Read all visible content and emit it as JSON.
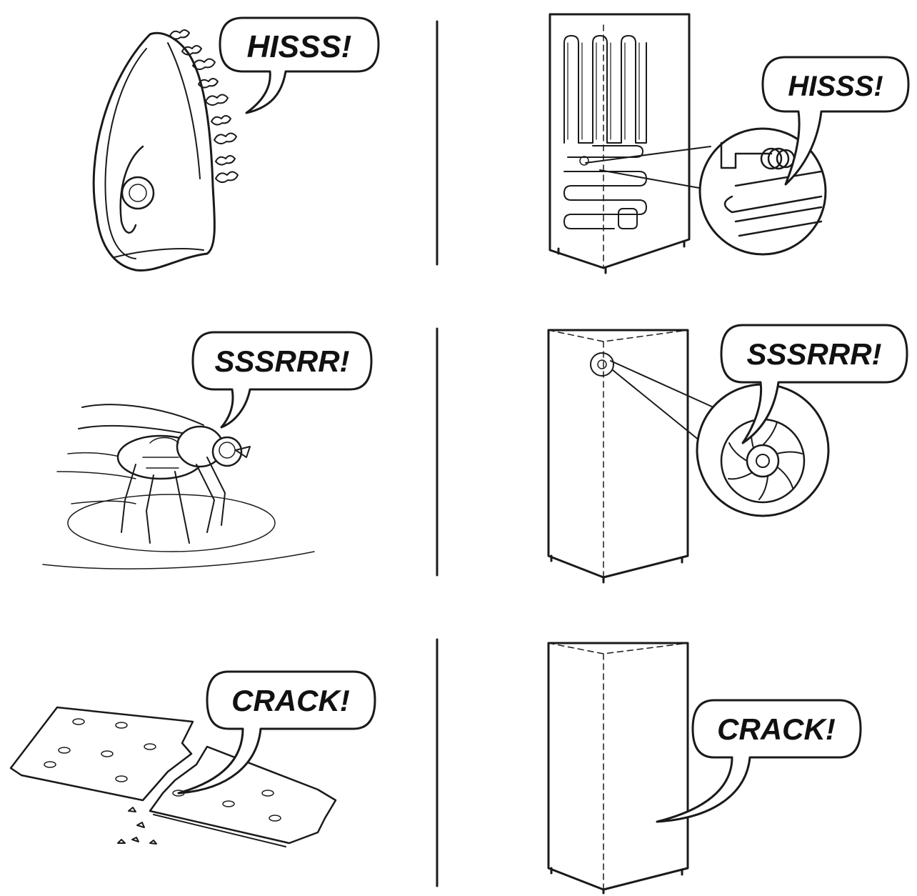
{
  "colors": {
    "ink": "#1a1a1a",
    "background": "#ffffff",
    "light_stroke": "#555555"
  },
  "rows": [
    {
      "sound": "HISSS!",
      "left_illustration": "steam-iron",
      "right_illustration": "refrigerator-back-coils"
    },
    {
      "sound": "SSSRRR!",
      "left_illustration": "buzzing-fly",
      "right_illustration": "refrigerator-fan"
    },
    {
      "sound": "CRACK!",
      "left_illustration": "breaking-cracker",
      "right_illustration": "refrigerator-cabinet"
    }
  ],
  "bubbles": {
    "iron": "HISSS!",
    "coils": "HISSS!",
    "fly": "SSSRRR!",
    "fan": "SSSRRR!",
    "cracker": "CRACK!",
    "cabinet": "CRACK!"
  }
}
